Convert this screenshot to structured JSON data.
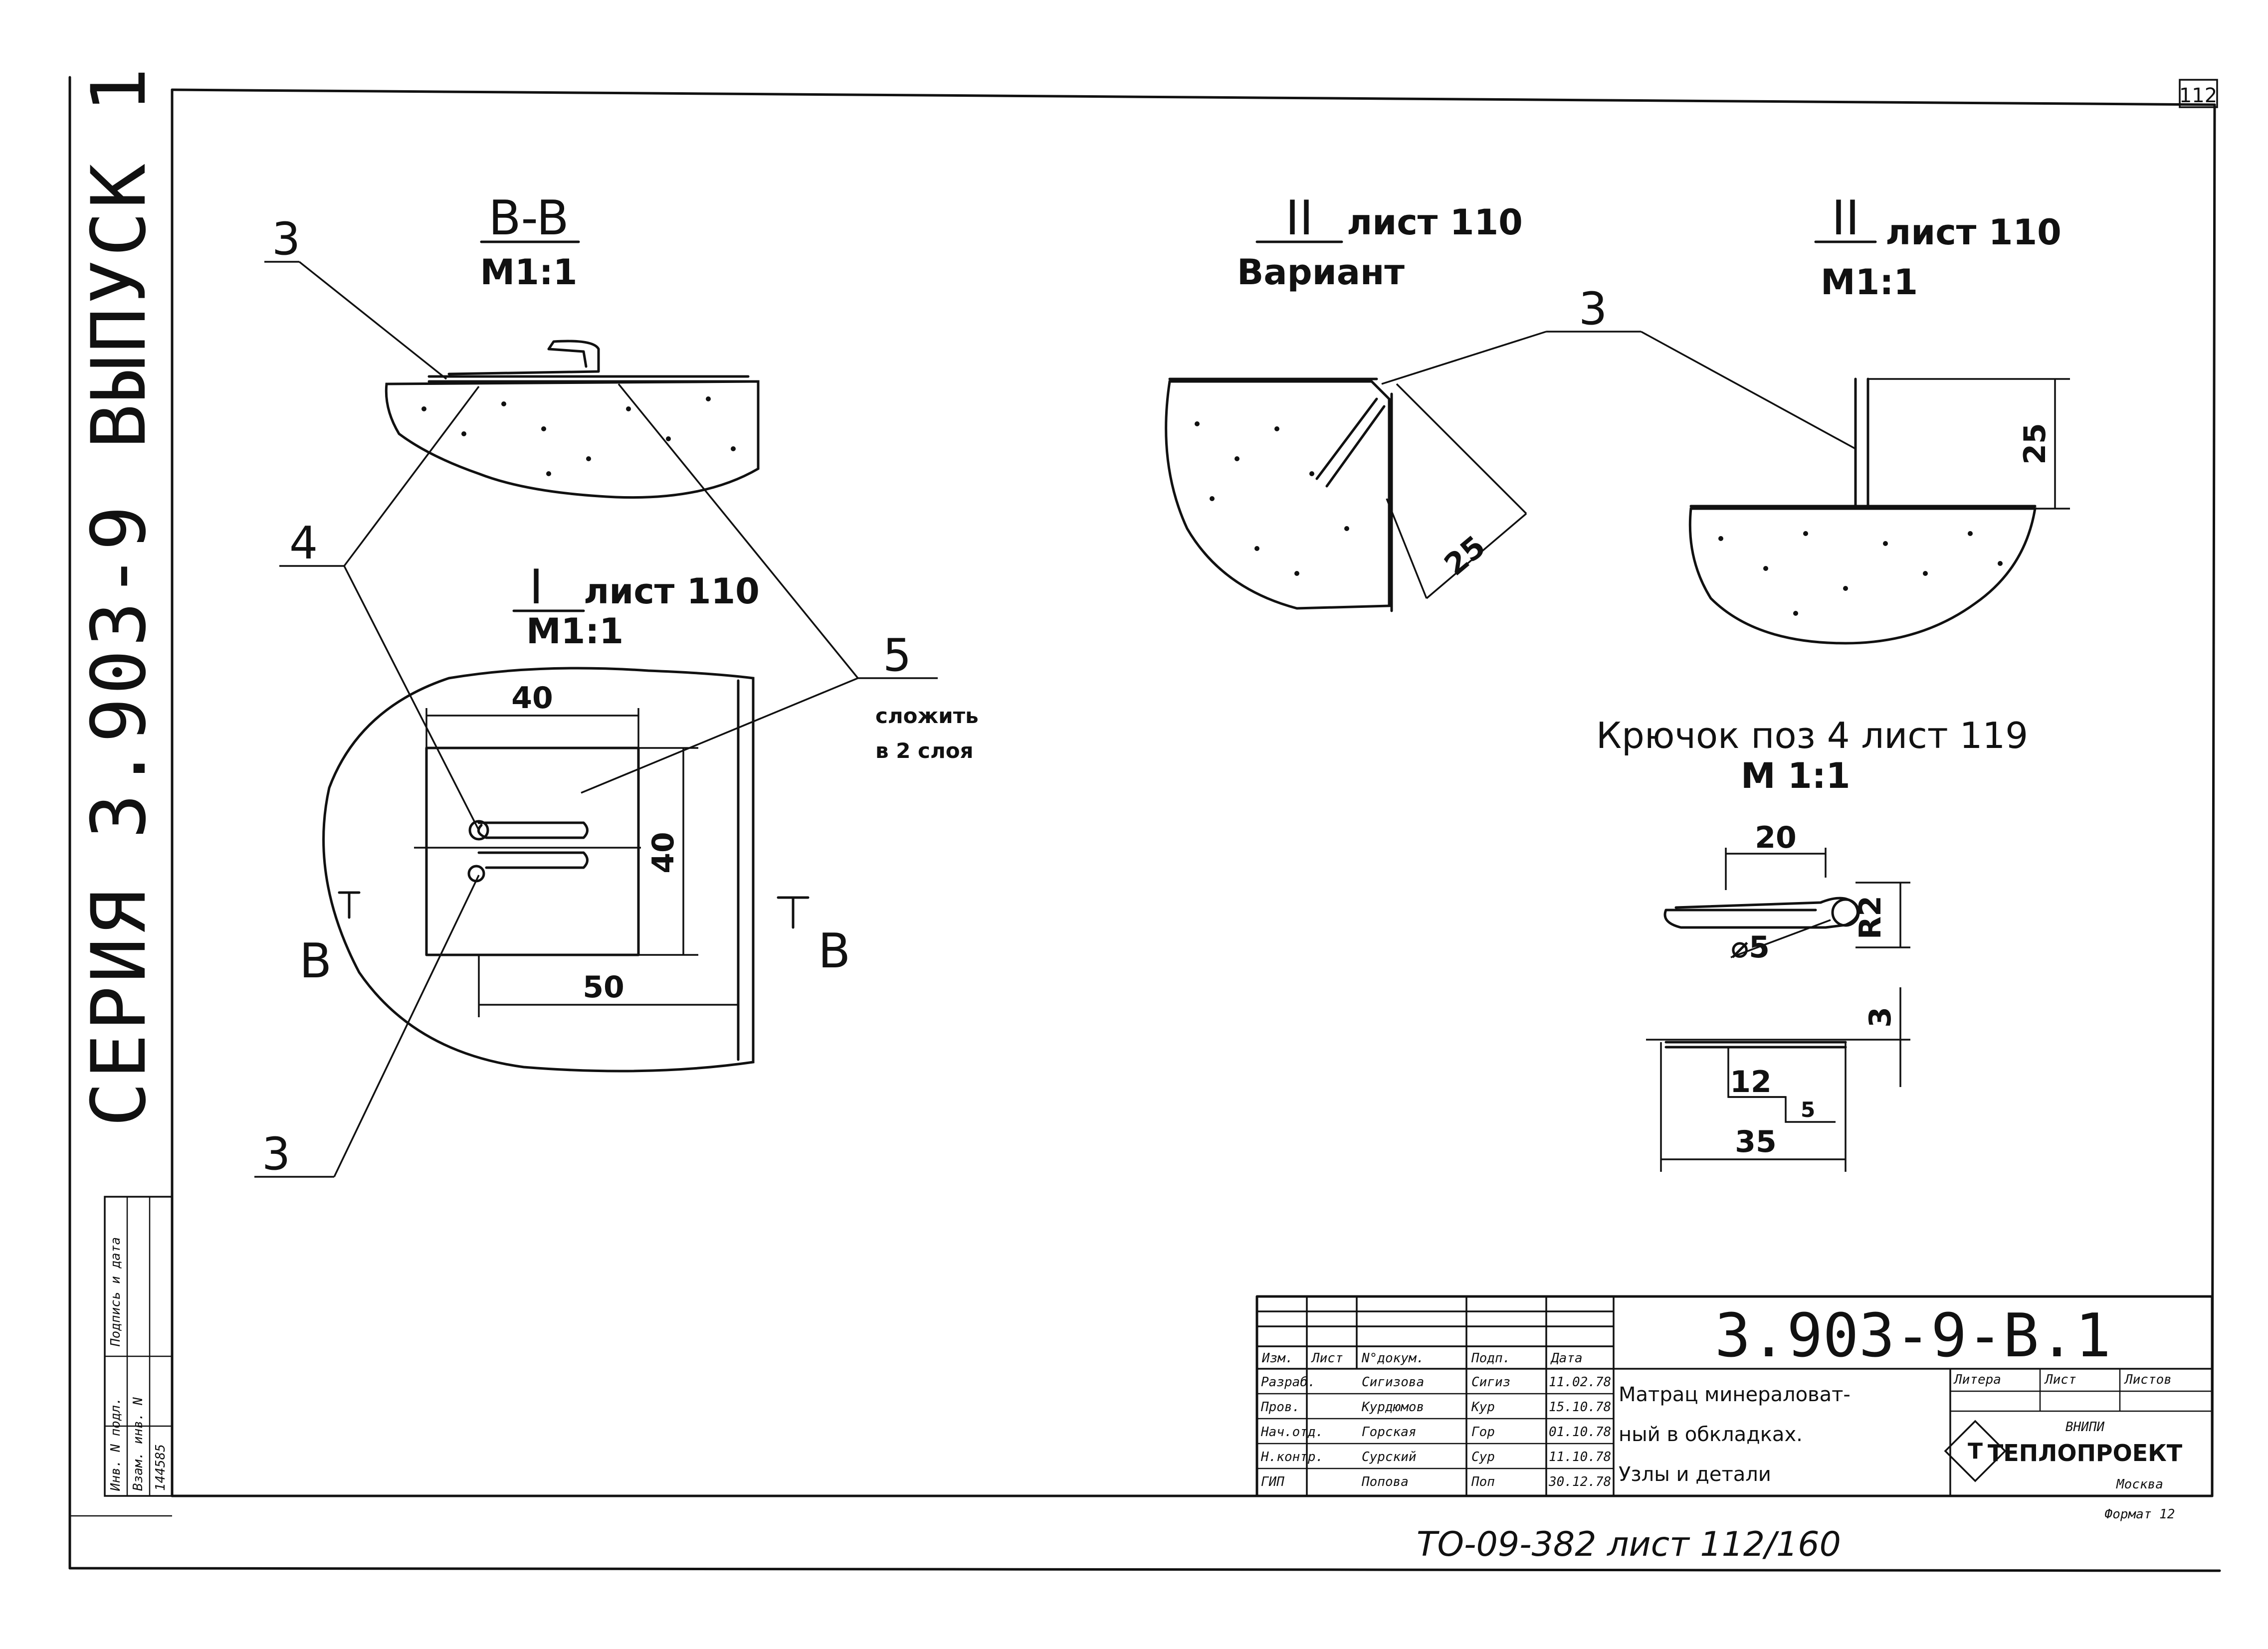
{
  "sheet": {
    "page_number": "112",
    "side_caption": {
      "issue": "ВЫПУСК 1",
      "series": "СЕРИЯ 3.903-9"
    },
    "stamp_block": {
      "col1": "Инв. N подл.",
      "col2": "Подпись и дата",
      "col3": "Взам. инв. N",
      "inv": "144585"
    },
    "view_bb": {
      "title": "B-B",
      "scale": "M1:1"
    },
    "view_i": {
      "title": "I",
      "ref": "лист 110",
      "scale": "M1:1",
      "dim_width": "40",
      "dim_height": "40",
      "dim_bottom": "50",
      "section_mark": "B"
    },
    "view_ii_variant": {
      "title": "II",
      "ref": "лист 110",
      "subtitle": "Вариант",
      "dim": "25"
    },
    "view_ii": {
      "title": "II",
      "ref": "лист 110",
      "scale": "M1:1",
      "dim": "25"
    },
    "hook": {
      "title": "Крючок поз 4 лист 119",
      "scale": "M 1:1",
      "dim_length": "20",
      "dim_dia": "⌀5",
      "dim_r": "R2",
      "dim_thk": "3",
      "dim_12": "12",
      "dim_step": "5",
      "dim_base": "35"
    },
    "leaders": {
      "pos3": "3",
      "pos4": "4",
      "pos5": "5",
      "pos5_note": "сложить\nв 2 слоя"
    },
    "title_block": {
      "designation": "3.903-9-B.1",
      "header_cols": [
        "Изм.",
        "Лист",
        "N°докум.",
        "Подп.",
        "Дата"
      ],
      "rows": [
        {
          "role": "Разраб.",
          "name": "Сигизова",
          "sign": "Сигиз",
          "date": "11.02.78"
        },
        {
          "role": "Пров.",
          "name": "Курдюмов",
          "sign": "Кур",
          "date": "15.10.78"
        },
        {
          "role": "Нач.отд.",
          "name": "Горская",
          "sign": "Гор",
          "date": "01.10.78"
        },
        {
          "role": "Н.контр.",
          "name": "Сурский",
          "sign": "Сур",
          "date": "11.10.78"
        },
        {
          "role": "ГИП",
          "name": "Попова",
          "sign": "Поп",
          "date": "30.12.78"
        }
      ],
      "description_lines": [
        "Матрац минераловат-",
        "ный в обкладках.",
        "Узлы и детали"
      ],
      "stage_label": "Литера",
      "sheet_label": "Лист",
      "sheets_label": "Листов",
      "org": "ТЕПЛОПРОЕКТ",
      "org_top": "ВНИПИ",
      "city": "Москва",
      "format": "Формат 12"
    },
    "footer": "ТО-09-382 лист 112/160"
  }
}
